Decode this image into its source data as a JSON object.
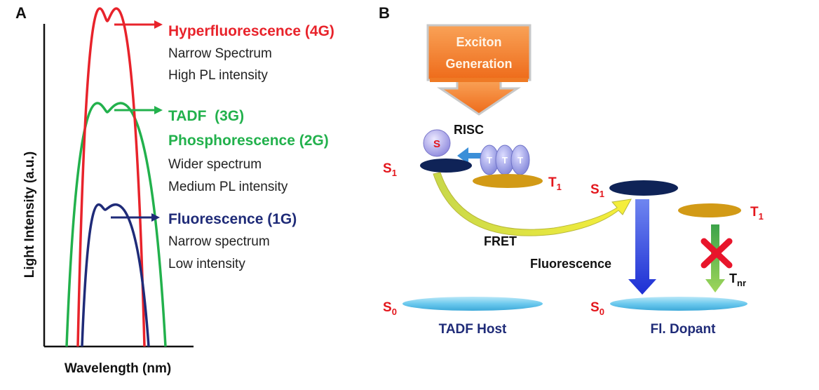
{
  "panel_a": {
    "label": "A",
    "ylabel": "Light Intensity (a.u.)",
    "xlabel": "Wavelength (nm)",
    "curves": [
      {
        "title": "Hyperfluorescence (4G)",
        "lines": [
          "Narrow Spectrum",
          "High PL intensity"
        ],
        "color": "#e8232b",
        "peak": 1.0
      },
      {
        "title": "TADF  (3G)",
        "title2": "Phosphorescence (2G)",
        "lines": [
          "Wider spectrum",
          "Medium PL intensity"
        ],
        "color": "#22b14c",
        "peak": 0.72
      },
      {
        "title": "Fluorescence (1G)",
        "lines": [
          "Narrow spectrum",
          "Low intensity"
        ],
        "color": "#1f2b78",
        "peak": 0.42
      }
    ]
  },
  "panel_b": {
    "label": "B",
    "exciton": [
      "Exciton",
      "Generation"
    ],
    "risc": "RISC",
    "singlet_letter": "S",
    "triplet_letter": "T",
    "host_s1": "S",
    "host_s1_sub": "1",
    "host_t1": "T",
    "host_t1_sub": "1",
    "dop_s1": "S",
    "dop_s1_sub": "1",
    "dop_t1": "T",
    "dop_t1_sub": "1",
    "host_s0": "S",
    "host_s0_sub": "0",
    "dop_s0": "S",
    "dop_s0_sub": "0",
    "fret": "FRET",
    "fluorescence": "Fluorescence",
    "tnr": "T",
    "tnr_sub": "nr",
    "host_label": "TADF Host",
    "dopant_label": "Fl. Dopant"
  },
  "colors": {
    "state_red": "#e3161c",
    "navy": "#1f2b78",
    "orange": "#f07a22",
    "dark_ellipse": "#0f2357",
    "gold": "#d29a16",
    "light_blue": "#6cc9ee",
    "purple": "#8f8fdc",
    "blue_arrow": "#2a3fe0",
    "green_arrow": "#7cc443",
    "cross": "#e8152b"
  }
}
